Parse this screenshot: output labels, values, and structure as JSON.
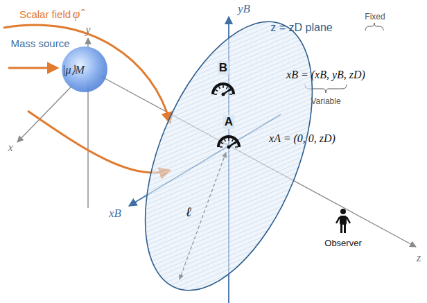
{
  "diagram": {
    "nodes": [
      {
        "text": [
          "Mass source",
          "|μ⟩M"
        ]
      },
      {
        "text": [
          "z = zD plane"
        ]
      },
      {
        "text": [
          "B"
        ],
        "in": 1
      },
      {
        "text": [
          "A"
        ],
        "in": 1
      }
    ],
    "labels": [
      "Scalar field",
      "φ̂",
      "y",
      "x",
      "z",
      "yB",
      "xB",
      "xB = (xB, yB, zD)",
      "Fixed",
      "Variable",
      "xA = (0, 0, zD)",
      "ℓ",
      "Observer"
    ]
  }
}
